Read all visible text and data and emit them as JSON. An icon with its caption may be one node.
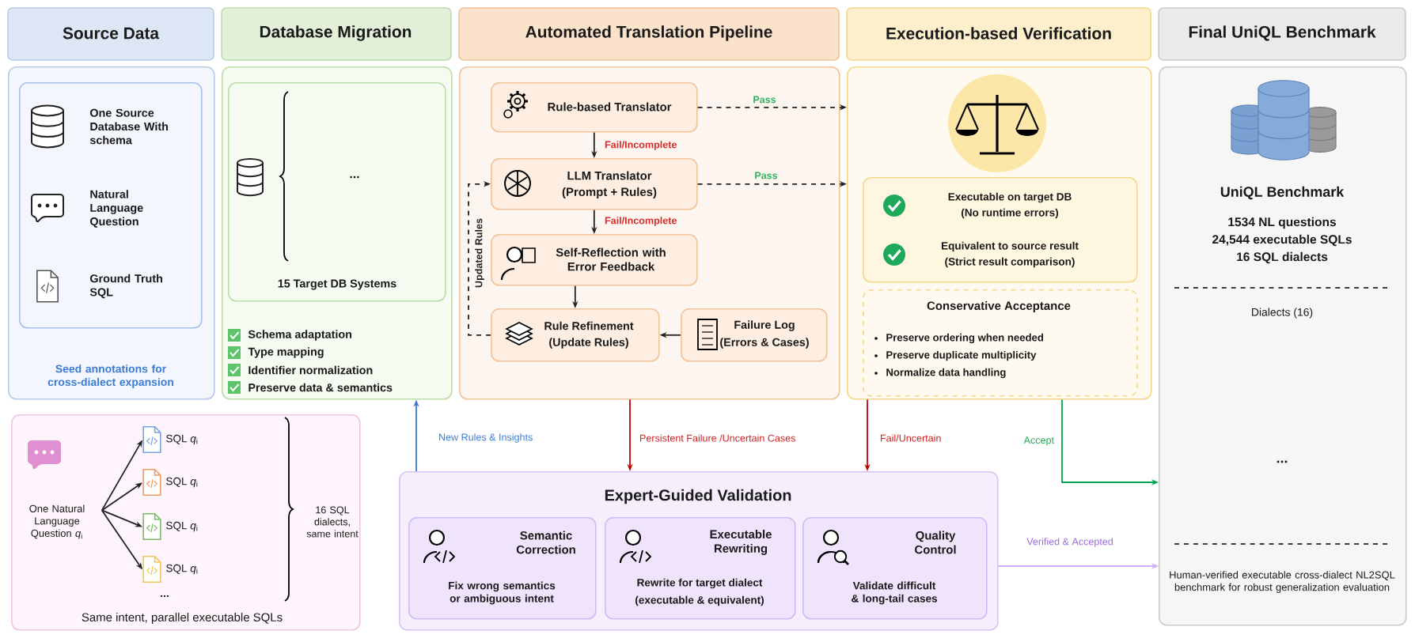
{
  "diagram": {
    "nodes": [
      {
        "text": [
          "Source Data",
          "Seed annotations for cross-dialect expansion"
        ]
      },
      {
        "text": [
          "One Source Database With schema",
          "Natural Language Question",
          "Ground Truth SQL"
        ],
        "in": 0
      },
      {
        "text": [
          "Database Migration",
          "Schema adaptation",
          "Type mapping",
          "Identifier normalization",
          "Preserve data & semantics"
        ]
      },
      {
        "text": [
          "...",
          "15 Target DB Systems"
        ],
        "in": 2
      },
      {
        "text": [
          "Automated Translation Pipeline"
        ]
      },
      {
        "text": [
          "Rule-based Translator"
        ],
        "in": 4
      },
      {
        "text": [
          "LLM Translator",
          "(Prompt + Rules)"
        ],
        "in": 4
      },
      {
        "text": [
          "Self-Reflection with Error Feedback"
        ],
        "in": 4
      },
      {
        "text": [
          "Rule Refinement",
          "(Update Rules)"
        ],
        "in": 4
      },
      {
        "text": [
          "Failure Log",
          "(Errors & Cases)"
        ],
        "in": 4
      },
      {
        "text": [
          "Execution-based Verification"
        ]
      },
      {
        "text": [
          "Executable on target DB",
          "(No runtime errors)",
          "Equivalent to source result",
          "(Strict result comparison)"
        ],
        "in": 10
      },
      {
        "text": [
          "Conservative Acceptance",
          "Preserve ordering when needed",
          "Preserve duplicate multiplicity",
          "Normalize data handling"
        ],
        "in": 10
      },
      {
        "text": [
          "Final UniQL Benchmark",
          "UniQL Benchmark",
          "1534 NL questions",
          "24,544 executable SQLs",
          "16 SQL dialects",
          "Dialects (16)",
          "...",
          "Human-verified executable cross-dialect NL2SQL benchmark for robust generalization evaluation"
        ]
      },
      {
        "text": [
          "16 SQL dialects, same intent",
          "...",
          "Same intent, parallel executable SQLs"
        ]
      },
      {
        "text": [
          "One Natural Language Question *q*$_{i}$"
        ],
        "in": 14
      },
      {
        "text": [
          "SQL *q*$_{i}$"
        ],
        "in": 14
      },
      {
        "text": [
          "SQL *q*$_{i}$"
        ],
        "in": 14
      },
      {
        "text": [
          "SQL *q*$_{i}$"
        ],
        "in": 14
      },
      {
        "text": [
          "SQL *q*$_{i}$"
        ],
        "in": 14
      },
      {
        "text": [
          "Expert-Guided Validation"
        ]
      },
      {
        "text": [
          "Semantic Correction",
          "Fix wrong semantics or ambiguous intent"
        ],
        "in": 20
      },
      {
        "text": [
          "Executable Rewriting",
          "Rewrite for target dialect",
          "(executable & equivalent)"
        ],
        "in": 20
      },
      {
        "text": [
          "Quality Control",
          "Validate difficult & long-tail cases"
        ],
        "in": 20
      }
    ],
    "edges": [
      {
        "from": 5,
        "to": 6,
        "arrow": "to",
        "label": "Fail/Incomplete"
      },
      {
        "from": 6,
        "to": 7,
        "arrow": "to",
        "label": "Fail/Incomplete"
      },
      {
        "from": 7,
        "to": 8,
        "arrow": "to"
      },
      {
        "from": 9,
        "to": 8,
        "arrow": "to"
      },
      {
        "from": 8,
        "to": 6,
        "arrow": "to",
        "style": "dashed",
        "label": "Updated Rules"
      },
      {
        "from": 5,
        "to": 10,
        "arrow": "to",
        "style": "dashed",
        "label": "Pass"
      },
      {
        "from": 6,
        "to": 10,
        "arrow": "to",
        "style": "dashed",
        "label": "Pass"
      },
      {
        "from": 20,
        "to": 2,
        "arrow": "to",
        "color": "#3a78d0",
        "label": "New Rules & Insights"
      },
      {
        "from": 4,
        "to": 20,
        "arrow": "to",
        "color": "#c00000",
        "label": "Persistent Failure /Uncertain Cases"
      },
      {
        "from": 10,
        "to": 20,
        "arrow": "to",
        "color": "#c00000",
        "label": "Fail/Uncertain"
      },
      {
        "from": 10,
        "to": 13,
        "arrow": "to",
        "color": "#00a550",
        "label": "Accept"
      },
      {
        "from": 20,
        "to": 13,
        "arrow": "to",
        "color": "#cdb0f5",
        "label": "Verified & Accepted"
      },
      {
        "from": 15,
        "to": 16,
        "arrow": "to"
      },
      {
        "from": 15,
        "to": 17,
        "arrow": "to"
      },
      {
        "from": 15,
        "to": 18,
        "arrow": "to"
      },
      {
        "from": 15,
        "to": 19,
        "arrow": "to"
      }
    ]
  }
}
